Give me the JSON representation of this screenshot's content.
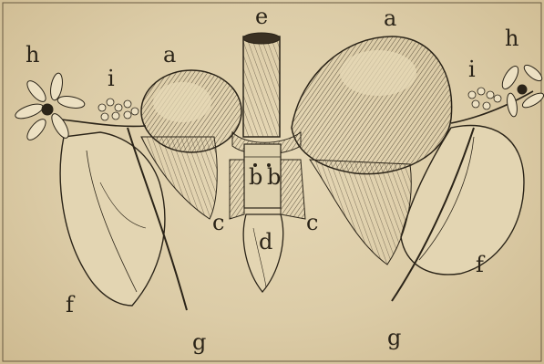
{
  "plate": {
    "labels": {
      "a_left": "a",
      "a_right": "a",
      "e": "e",
      "h_left": "h",
      "h_right": "h",
      "i_left": "i",
      "i_right": "i",
      "b_left": "b",
      "b_right": "b",
      "c_left": "c",
      "c_right": "c",
      "d": "d",
      "f_left": "f",
      "f_right": "f",
      "g_left": "g",
      "g_right": "g"
    },
    "colors": {
      "paper": "#dccca7",
      "ink": "#2b2418"
    }
  }
}
